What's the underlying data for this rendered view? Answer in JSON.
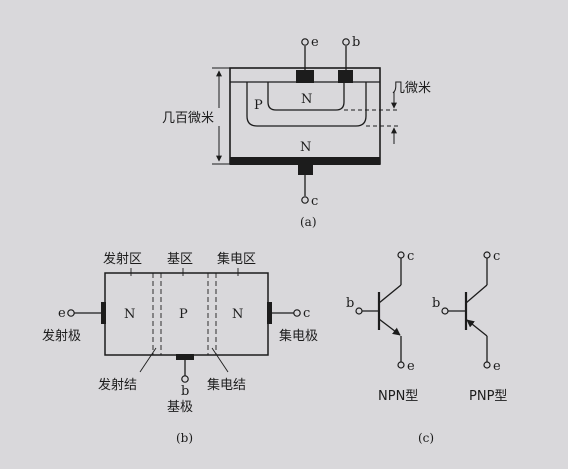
{
  "fig_a": {
    "terminal_e": "e",
    "terminal_b": "b",
    "terminal_c": "c",
    "region_n_top": "N",
    "region_p": "P",
    "region_n_bottom": "N",
    "dim_small": "几微米",
    "dim_large": "几百微米",
    "caption": "(a)"
  },
  "fig_b": {
    "emitter_region": "发射区",
    "base_region": "基区",
    "collector_region": "集电区",
    "region_n_left": "N",
    "region_p": "P",
    "region_n_right": "N",
    "terminal_e": "e",
    "terminal_c": "c",
    "terminal_b": "b",
    "emitter_electrode": "发射极",
    "collector_electrode": "集电极",
    "emitter_junction": "发射结",
    "collector_junction": "集电结",
    "base_electrode": "基极",
    "caption": "(b)"
  },
  "fig_c": {
    "npn_c": "c",
    "npn_b": "b",
    "npn_e": "e",
    "npn_label": "NPN型",
    "pnp_c": "c",
    "pnp_b": "b",
    "pnp_e": "e",
    "pnp_label": "PNP型",
    "caption": "(c)"
  }
}
